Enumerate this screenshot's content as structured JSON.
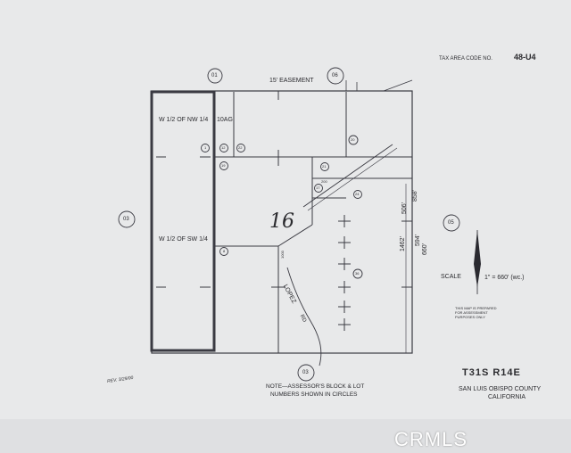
{
  "header": {
    "tax_area_label": "TAX AREA CODE NO.",
    "tax_area_code": "48-U4"
  },
  "easement": {
    "label": "15' EASEMENT"
  },
  "circles": {
    "north": "01",
    "north_right": "06",
    "west": "03",
    "east": "05",
    "south": "03",
    "lot_1": "1",
    "lot_12": "12",
    "lot_22": "22",
    "lot_19": "19",
    "lot_8": "8",
    "lot_20": "20",
    "lot_21": "21",
    "lot_17": "17",
    "lot_24": "24",
    "lot_36": "36"
  },
  "parcels": {
    "nw": "W 1/2 OF NW 1/4",
    "sw": "W 1/2 OF SW 1/4",
    "ten_acres": "10AG",
    "block": "16"
  },
  "road": {
    "label": "LOPEZ",
    "label_suffix": "RD"
  },
  "dimensions": {
    "d1": "506'",
    "d2": "1462'",
    "d3": "594'",
    "d4": "660'",
    "d5": "858'",
    "d6": "200",
    "d7": "1000"
  },
  "scale": {
    "label": "SCALE",
    "value": "1\" = 660' (wc.)",
    "purpose_note": "THIS MAP IS PREPARED FOR ASSESSMENT PURPOSES ONLY"
  },
  "township": "T31S R14E",
  "county": "SAN LUIS OBISPO COUNTY",
  "state": "CALIFORNIA",
  "note": {
    "line1": "NOTE—ASSESSOR'S BLOCK & LOT",
    "line2": "NUMBERS SHOWN IN CIRCLES"
  },
  "revision": "REV. 3/29/00",
  "watermark": "CRMLS"
}
